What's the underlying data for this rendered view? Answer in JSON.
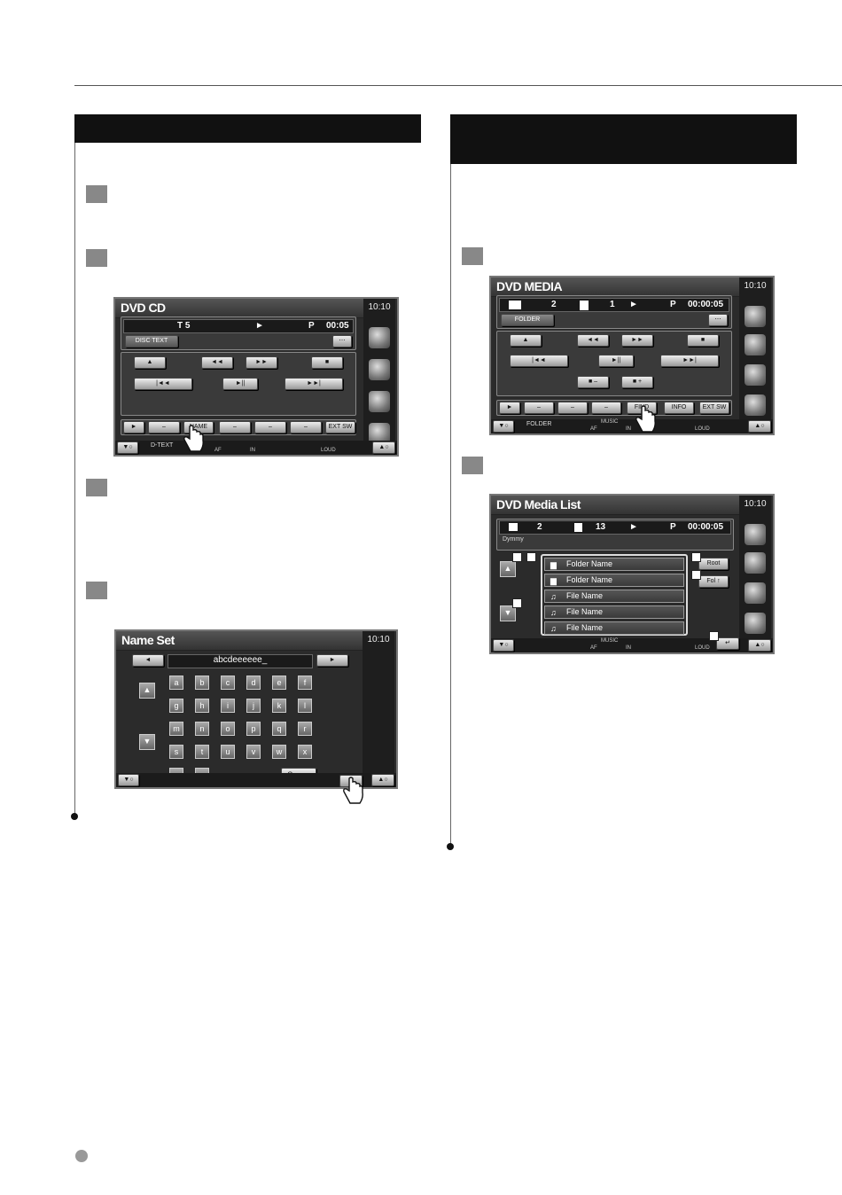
{
  "screens": {
    "dvd_cd": {
      "title": "DVD CD",
      "clock": "10:10",
      "track": "T 5",
      "play_symbol": "►",
      "mode": "P",
      "time": "00:05",
      "disc_text": "DISC TEXT",
      "name_btn": "NAME",
      "ext_sw": "EXT SW",
      "bottom": {
        "left": "D-TEXT",
        "af": "AF",
        "in": "IN",
        "loud": "LOUD"
      }
    },
    "name_set": {
      "title": "Name Set",
      "clock": "10:10",
      "entry": "abcdeeeeee_",
      "keys": [
        "a",
        "b",
        "c",
        "d",
        "e",
        "f",
        "g",
        "h",
        "i",
        "j",
        "k",
        "l",
        "m",
        "n",
        "o",
        "p",
        "q",
        "r",
        "s",
        "t",
        "u",
        "v",
        "w",
        "x",
        "y",
        "z"
      ],
      "space": "Space"
    },
    "dvd_media": {
      "title": "DVD MEDIA",
      "clock": "10:10",
      "folder_no": "2",
      "file_no": "1",
      "play_symbol": "►",
      "mode": "P",
      "time": "00:00:05",
      "folder_btn": "FOLDER",
      "find_btn": "FIND",
      "info_btn": "INFO",
      "ext_sw": "EXT SW",
      "folder_minus": "–",
      "folder_plus": "+",
      "bottom": {
        "left": "FOLDER",
        "music": "MUSIC",
        "af": "AF",
        "in": "IN",
        "loud": "LOUD"
      }
    },
    "dvd_media_list": {
      "title": "DVD Media List",
      "clock": "10:10",
      "folder_no": "2",
      "file_no": "13",
      "play_symbol": "►",
      "mode": "P",
      "time": "00:00:05",
      "current": "Dymmy",
      "items": [
        {
          "icon": "folder",
          "label": "Folder Name"
        },
        {
          "icon": "folder",
          "label": "Folder Name"
        },
        {
          "icon": "music",
          "label": "File Name"
        },
        {
          "icon": "music",
          "label": "File Name"
        },
        {
          "icon": "music",
          "label": "File Name"
        }
      ],
      "root_btn": "Root",
      "fol_up_btn": "Fol ↑",
      "bottom": {
        "music": "MUSIC",
        "af": "AF",
        "in": "IN",
        "loud": "LOUD"
      }
    }
  }
}
